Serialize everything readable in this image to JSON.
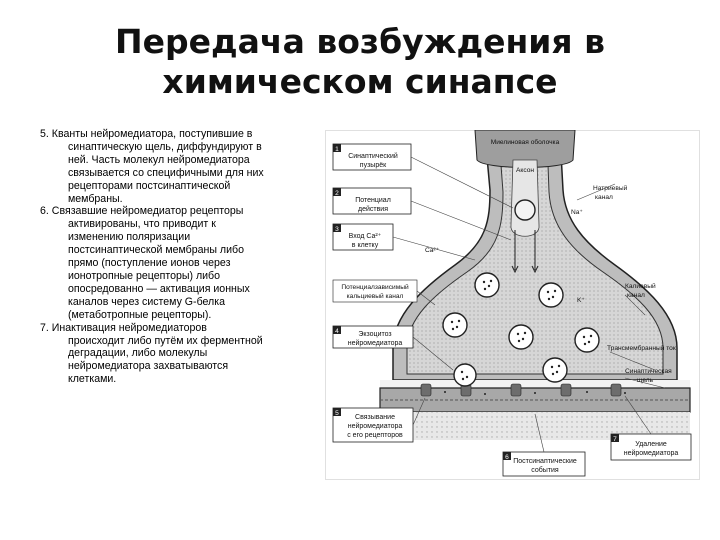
{
  "slide": {
    "title_line1": "Передача возбуждения в",
    "title_line2": "химическом синапсе"
  },
  "text_items": [
    {
      "num": "5.",
      "lines": [
        "Кванты нейромедиатора, поступившие в",
        "синаптическую щель, диффундируют в",
        "ней. Часть молекул нейромедиатора",
        "связывается со специфичными для них",
        "рецепторами постсинаптической",
        "мембраны."
      ]
    },
    {
      "num": "6.",
      "lines": [
        "Связавшие нейромедиатор рецепторы",
        "активированы, что приводит к",
        "изменению поляризации",
        "постсинаптической мембраны либо",
        "прямо (поступление ионов через",
        "ионотропные рецепторы) либо",
        "опосредованно — активация ионных",
        "каналов через систему G-белка",
        "(метаботропные рецепторы)."
      ]
    },
    {
      "num": "7.",
      "lines": [
        "Инактивация нейромедиаторов",
        "происходит либо путём их ферментной",
        "деградации, либо молекулы",
        "нейромедиатора захватываются",
        "клетками."
      ]
    }
  ],
  "diagram": {
    "steps": [
      {
        "num": "1",
        "text": [
          "Синаптический",
          "пузырёк"
        ]
      },
      {
        "num": "2",
        "text": [
          "Потенциал",
          "действия"
        ]
      },
      {
        "num": "3",
        "text": [
          "Вход Ca²⁺",
          "в клетку"
        ]
      },
      {
        "num": "",
        "text": [
          "Потенциалзависимый",
          "кальциевый канал"
        ]
      },
      {
        "num": "4",
        "text": [
          "Экзоцитоз",
          "нейромедиатора"
        ]
      },
      {
        "num": "5",
        "text": [
          "Связывание",
          "нейромедиатора",
          "с его рецепторов"
        ]
      },
      {
        "num": "6",
        "text": [
          "Постсинаптические",
          "события"
        ]
      },
      {
        "num": "7",
        "text": [
          "Удаление",
          "нейромедиатора"
        ]
      }
    ],
    "labels": {
      "myelin": "Миелиновая оболочка",
      "axon": "Аксон",
      "na_channel": [
        "Натриевый",
        "канал"
      ],
      "na": "Na⁺",
      "ca": "Ca²⁺",
      "k": "K⁺",
      "k_channel": [
        "Калиевый",
        "канал"
      ],
      "current": "Трансмембранный ток",
      "cleft": [
        "Синаптическая",
        "щель"
      ]
    }
  }
}
